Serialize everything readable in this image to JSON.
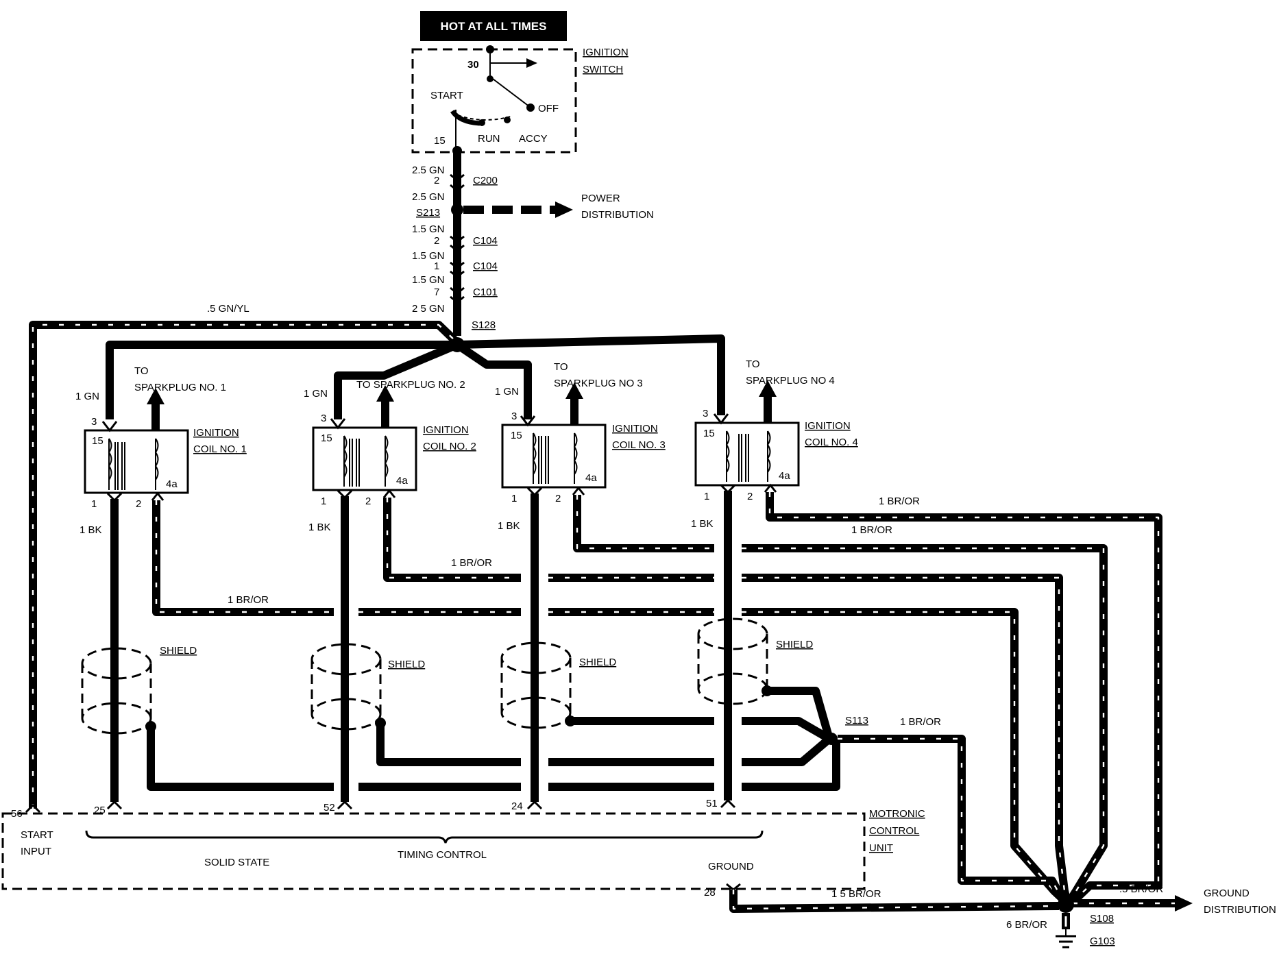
{
  "banner": "HOT AT ALL TIMES",
  "ignition_switch": {
    "title_1": "IGNITION",
    "title_2": "SWITCH",
    "terminal_30": "30",
    "terminal_15": "15",
    "start": "START",
    "off": "OFF",
    "run": "RUN",
    "accy": "ACCY"
  },
  "main_feed": [
    {
      "wire": "2.5 GN",
      "pin": "2",
      "connector": "C200"
    },
    {
      "wire": "2.5 GN",
      "splice": "S213"
    },
    {
      "wire": "1.5 GN",
      "pin": "2",
      "connector": "C104"
    },
    {
      "wire": "1.5 GN",
      "pin": "1",
      "connector": "C104"
    },
    {
      "wire": "1.5 GN",
      "pin": "7",
      "connector": "C101"
    },
    {
      "wire": "2 5 GN",
      "splice": "S128"
    }
  ],
  "power_distribution": {
    "line1": "POWER",
    "line2": "DISTRIBUTION"
  },
  "start_wire": ".5 GN/YL",
  "coils": [
    {
      "feed": "1 GN",
      "to_1": "TO",
      "to_2": "SPARKPLUG NO. 1",
      "title_1": "IGNITION",
      "title_2": "COIL NO. 1",
      "pin3": "3",
      "pin15": "15",
      "pin4a": "4a",
      "pin1": "1",
      "pin2": "2",
      "ground_wire": "1 BK",
      "return_wire": "1 BR/OR",
      "shield": "SHIELD",
      "ecu_pin": "25"
    },
    {
      "feed": "1 GN",
      "to_1": "",
      "to_2": "TO SPARKPLUG NO. 2",
      "title_1": "IGNITION",
      "title_2": "COIL NO. 2",
      "pin3": "3",
      "pin15": "15",
      "pin4a": "4a",
      "pin1": "1",
      "pin2": "2",
      "ground_wire": "1 BK",
      "return_wire": "1 BR/OR",
      "shield": "SHIELD",
      "ecu_pin": "52"
    },
    {
      "feed": "1 GN",
      "to_1": "TO",
      "to_2": "SPARKPLUG NO 3",
      "title_1": "IGNITION",
      "title_2": "COIL NO. 3",
      "pin3": "3",
      "pin15": "15",
      "pin4a": "4a",
      "pin1": "1",
      "pin2": "2",
      "ground_wire": "1 BK",
      "return_wire": "",
      "shield": "SHIELD",
      "ecu_pin": "24"
    },
    {
      "feed": "",
      "to_1": "TO",
      "to_2": "SPARKPLUG NO 4",
      "title_1": "IGNITION",
      "title_2": "COIL NO. 4",
      "pin3": "3",
      "pin15": "15",
      "pin4a": "4a",
      "pin1": "1",
      "pin2": "2",
      "ground_wire": "1 BK",
      "return_wire": "1 BR/OR",
      "shield": "SHIELD",
      "ecu_pin": "51"
    }
  ],
  "return_wire_3": "1 BR/OR",
  "splice_s113": "S113",
  "s113_wire": "1 BR/OR",
  "ecu": {
    "title_1": "MOTRONIC",
    "title_2": "CONTROL",
    "title_3": "UNIT",
    "start_pin": "56",
    "start_1": "START",
    "start_2": "INPUT",
    "solid_state": "SOLID STATE",
    "timing_control": "TIMING CONTROL",
    "ground": "GROUND",
    "ground_pin": "28"
  },
  "ground": {
    "wire_28": "1 5 BR/OR",
    "wire_out": ".5 BR/OR",
    "wire_down": "6 BR/OR",
    "splice": "S108",
    "ground_point": "G103",
    "dist_1": "GROUND",
    "dist_2": "DISTRIBUTION"
  }
}
